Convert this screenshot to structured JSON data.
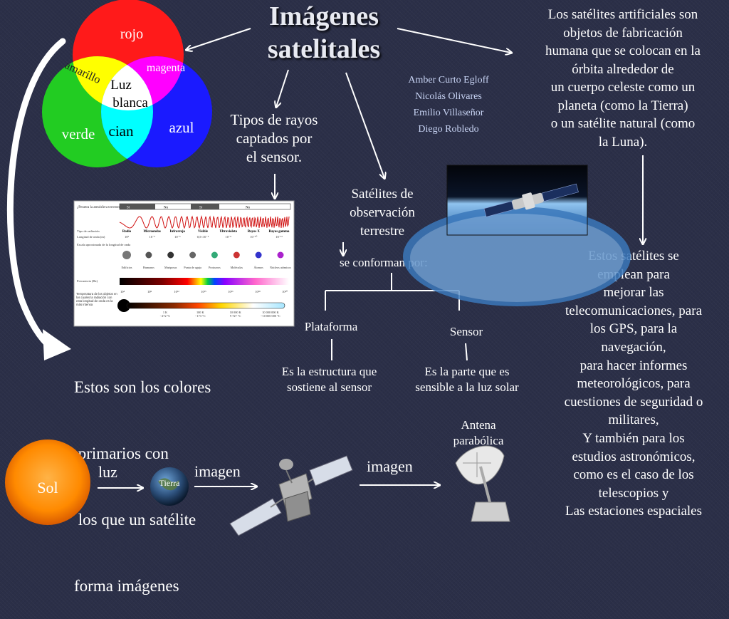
{
  "title": [
    "Imágenes",
    "satelitales"
  ],
  "authors": [
    "Amber Curto Egloff",
    "Nicolás Olivares",
    "Emilio Villaseñor",
    "Diego Robledo"
  ],
  "color_wheel": {
    "rojo": "rojo",
    "verde": "verde",
    "azul": "azul",
    "amarillo": "amarillo",
    "magenta": "magenta",
    "cian": "cian",
    "center": [
      "Luz",
      "blanca"
    ]
  },
  "definition": [
    "Los satélites artificiales son",
    "objetos de fabricación",
    "humana que se colocan en la",
    "órbita alrededor de",
    "un cuerpo celeste como un",
    "planeta (como la Tierra)",
    "o un satélite natural (como",
    "la Luna)."
  ],
  "rays_label": [
    "Tipos de rayos",
    "captados por",
    "el sensor."
  ],
  "spectrum": {
    "question": "¿Penetra la atmósfera terrestre?",
    "penetrates": [
      "Sí",
      "No",
      "Sí",
      "No"
    ],
    "row_label_type": "Tipo de radiación",
    "row_label_wavelength": "Longitud de onda (m)",
    "row_label_scale": "Escala aproximada de la longitud de onda",
    "row_label_frequency": "Frecuencia (Hz)",
    "row_label_temp": "Temperatura de los objetos en los cuales la radiación con esta longitud de onda es la más intensa",
    "types": [
      "Radio",
      "Microondas",
      "Infrarrojo",
      "Visible",
      "Ultravioleta",
      "Rayos X",
      "Rayos gamma"
    ],
    "wavelengths": [
      "10³",
      "10⁻²",
      "10⁻⁵",
      "0,5×10⁻⁶",
      "10⁻⁸",
      "10⁻¹⁰",
      "10⁻¹²"
    ],
    "scales": [
      "Edificios",
      "Humanos",
      "Mariposas",
      "Punta de aguja",
      "Protozoos",
      "Moléculas",
      "Átomos",
      "Núcleos atómicos"
    ],
    "frequencies": [
      "10⁴",
      "10⁸",
      "10¹²",
      "10¹⁵",
      "10¹⁶",
      "10¹⁸",
      "10²⁰"
    ],
    "temperatures": [
      "1 K\n−272 °C",
      "100 K\n−173 °C",
      "10 000 K\n9 727 °C",
      "10 000 000 K\n~10 000 000 °C"
    ]
  },
  "observation": [
    "Satélites de",
    "observación",
    "terrestre"
  ],
  "conform": "se conforman por:",
  "platform": "Plataforma",
  "platform_desc": [
    "Es la estructura que",
    "sostiene al sensor"
  ],
  "sensor": "Sensor",
  "sensor_desc": [
    "Es la parte que es",
    "sensible a la luz solar"
  ],
  "primary": [
    "Estos son los colores",
    " primarios con",
    " los que un satélite",
    "forma imágenes"
  ],
  "uses": [
    "Estos satélites se",
    "emplean para",
    "mejorar las",
    "telecomunicaciones, para",
    "los GPS, para la",
    "navegación,",
    "para hacer informes",
    "meteorológicos, para",
    "cuestiones de seguridad o",
    "militares,",
    "Y también para los",
    "estudios astronómicos,",
    "como es el caso de los",
    "telescopios y",
    "Las estaciones espaciales"
  ],
  "flow": {
    "sol": "Sol",
    "luz": "luz",
    "tierra": "Tierra",
    "imagen1": "imagen",
    "imagen2": "imagen",
    "antena": [
      "Antena",
      "parabólica"
    ]
  },
  "colors": {
    "background": "#2b2f48",
    "red": "#ff1a1a",
    "green": "#22cc22",
    "blue": "#1a1aff",
    "yellow": "#ffff00",
    "magenta": "#ff00ff",
    "cyan": "#00ffff"
  }
}
